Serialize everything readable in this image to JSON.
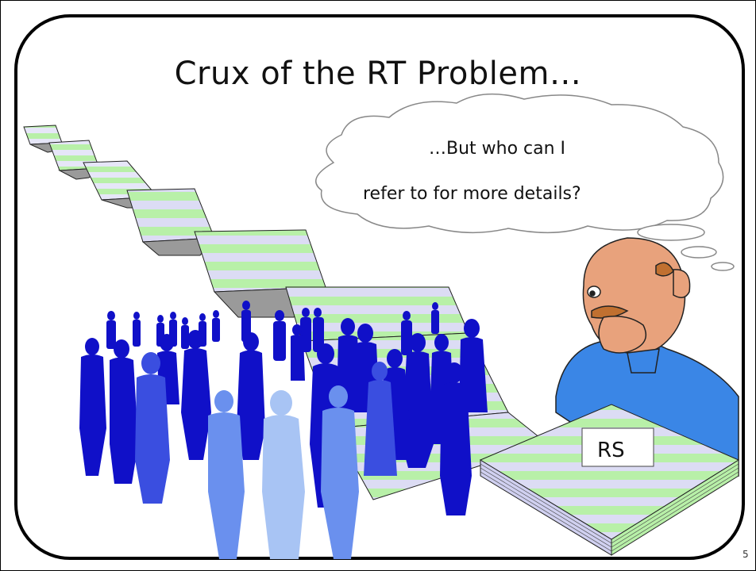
{
  "slide": {
    "title": "Crux of the RT Problem…",
    "thought_line1": "…But who can I",
    "thought_line2": "refer to for more details?",
    "document_label": "RS",
    "page_number": "5"
  },
  "colors": {
    "paper_green": "#b8f0a8",
    "paper_lavender": "#d8d8f4",
    "fold_gray": "#9a9a9a",
    "people_dark": "#1010c8",
    "people_mid": "#3a4ee0",
    "people_light": "#7fa8f0",
    "people_pale": "#a8c4f4",
    "skin": "#e8a27c",
    "shirt": "#3a86e6"
  }
}
